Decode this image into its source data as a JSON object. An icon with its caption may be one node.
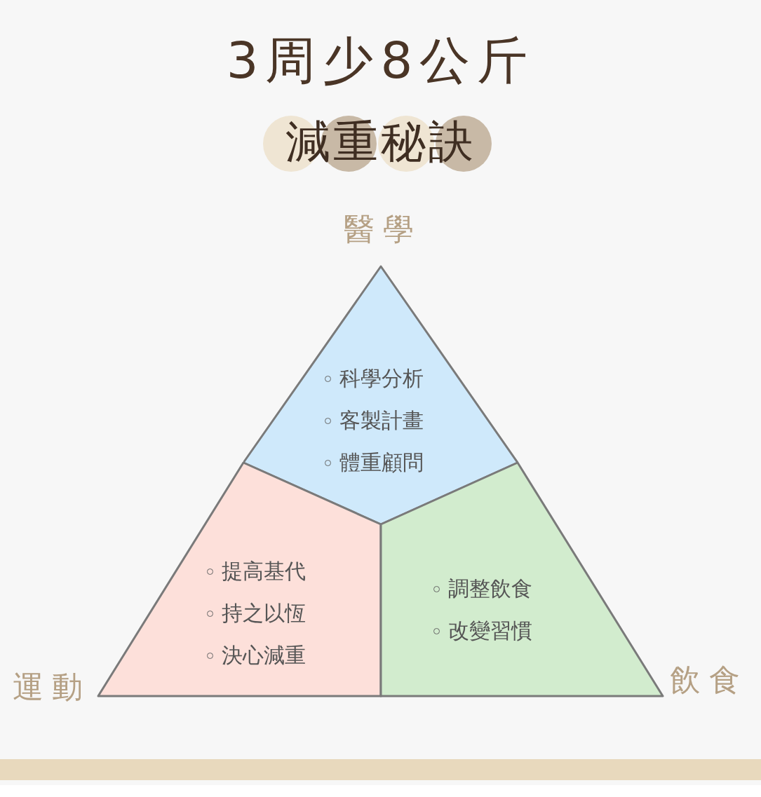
{
  "diagram": {
    "title": "3周少8公斤",
    "nodes": [
      {
        "text": [
          "科學分析",
          "客製計畫",
          "體重顧問"
        ],
        "beside": [
          "醫學"
        ]
      },
      {
        "text": [
          "提高基代",
          "持之以恆",
          "決心減重"
        ],
        "beside": [
          "運動"
        ]
      },
      {
        "text": [
          "調整飲食",
          "改變習慣"
        ],
        "beside": [
          "飲食"
        ]
      }
    ],
    "edges": [],
    "labels": [
      "減重秘訣"
    ]
  }
}
